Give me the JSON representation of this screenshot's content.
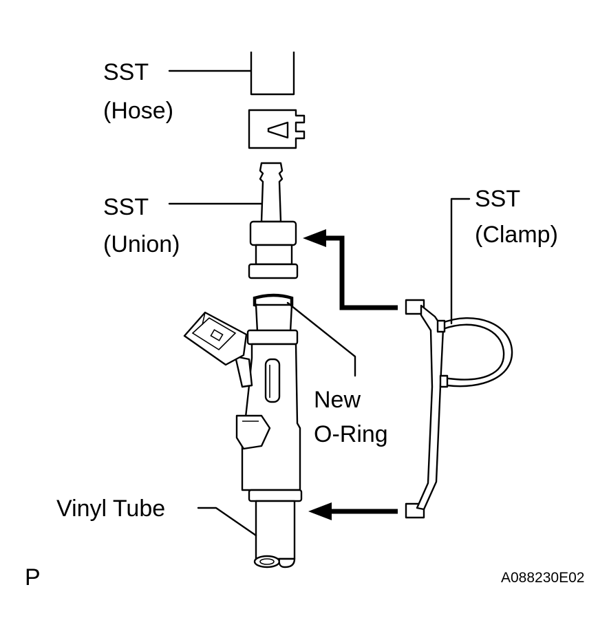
{
  "labels": {
    "sst_hose_1": "SST",
    "sst_hose_2": "(Hose)",
    "sst_union_1": "SST",
    "sst_union_2": "(Union)",
    "sst_clamp_1": "SST",
    "sst_clamp_2": "(Clamp)",
    "o_ring_1": "New",
    "o_ring_2": "O-Ring",
    "vinyl_tube": "Vinyl Tube",
    "corner_mark": "P",
    "figure_code": "A088230E02"
  }
}
